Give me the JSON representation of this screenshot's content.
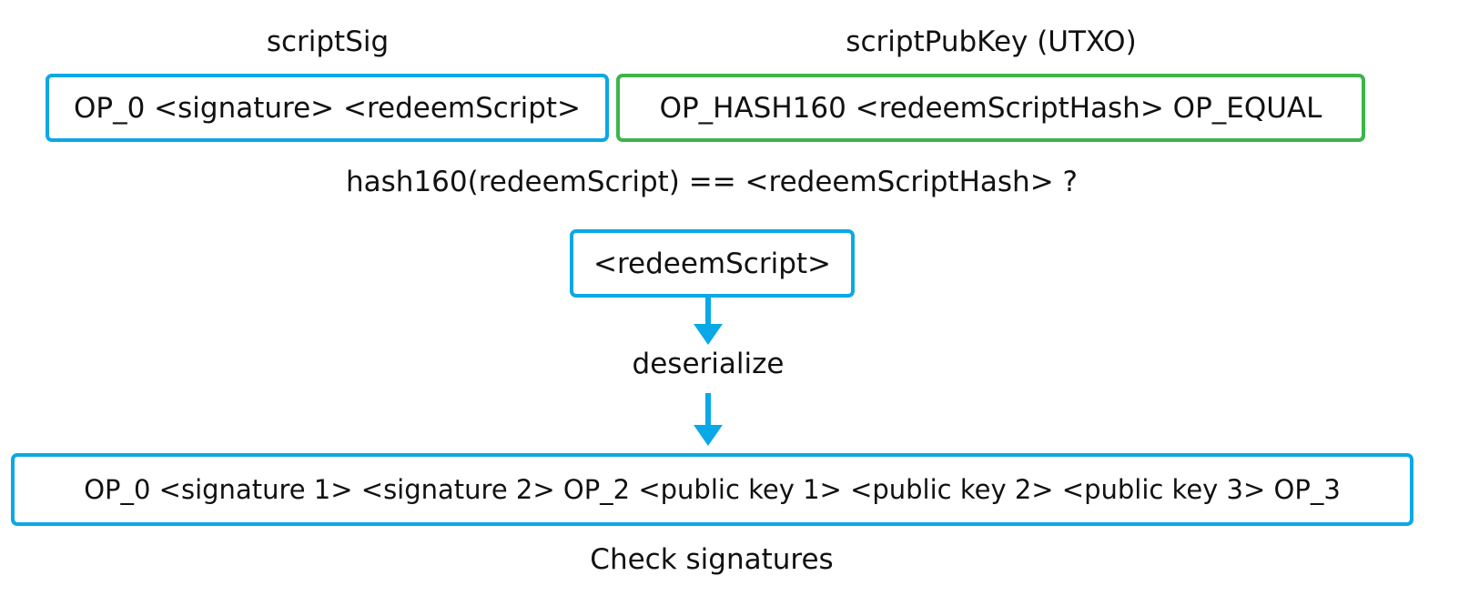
{
  "colors": {
    "blue": "#0AA8E6",
    "green": "#3CB54A",
    "text": "#111111",
    "background": "#FFFFFF"
  },
  "scriptsig": {
    "heading": "scriptSig",
    "content": "OP_0 <signature> <redeemScript>"
  },
  "scriptpubkey": {
    "heading": "scriptPubKey (UTXO)",
    "content": "OP_HASH160 <redeemScriptHash> OP_EQUAL"
  },
  "hash_check": "hash160(redeemScript) == <redeemScriptHash> ?",
  "redeem_script": "<redeemScript>",
  "deserialize_label": "deserialize",
  "multisig_script": "OP_0 <signature 1> <signature 2> OP_2 <public key 1> <public key 2> <public key 3> OP_3",
  "check_label": "Check signatures"
}
